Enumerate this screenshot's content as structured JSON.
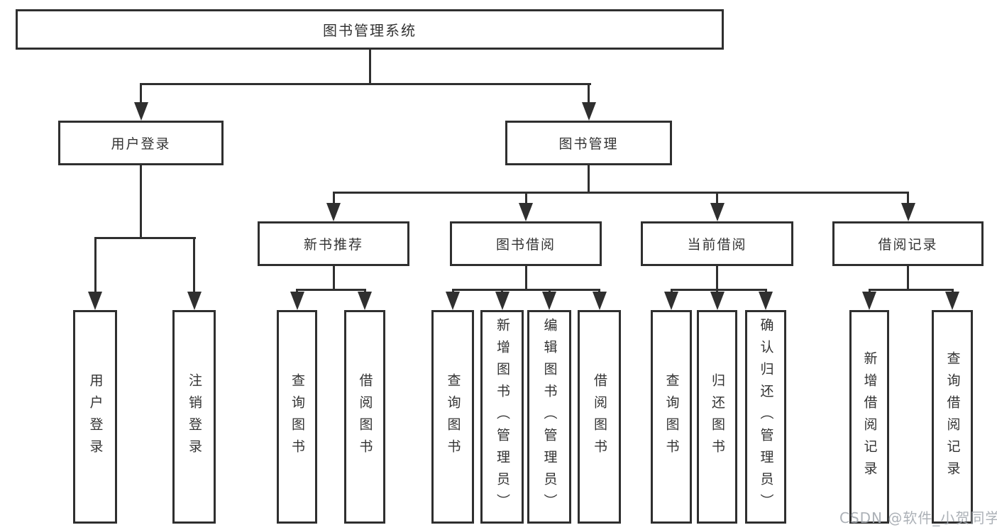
{
  "diagram": {
    "title": "图书管理系统",
    "colors": {
      "line": "#2f2f2f",
      "text": "#333333",
      "background": "#ffffff",
      "watermark": "#a3a8af"
    },
    "nodes": {
      "root": {
        "label": "图书管理系统"
      },
      "user_login": {
        "label": "用户登录"
      },
      "book_management": {
        "label": "图书管理"
      },
      "new_book_recommend": {
        "label": "新书推荐"
      },
      "book_borrowing": {
        "label": "图书借阅"
      },
      "current_borrowing": {
        "label": "当前借阅"
      },
      "borrow_records": {
        "label": "借阅记录"
      },
      "leaf_user_login": {
        "label": "用户登录"
      },
      "leaf_logout": {
        "label": "注销登录"
      },
      "leaf_query_book_1": {
        "label": "查询图书"
      },
      "leaf_borrow_book_1": {
        "label": "借阅图书"
      },
      "leaf_query_book_2": {
        "label": "查询图书"
      },
      "leaf_add_book_admin": {
        "label": "新增图书（管理员）"
      },
      "leaf_edit_book_admin": {
        "label": "编辑图书（管理员）"
      },
      "leaf_borrow_book_2": {
        "label": "借阅图书"
      },
      "leaf_query_book_3": {
        "label": "查询图书"
      },
      "leaf_return_book": {
        "label": "归还图书"
      },
      "leaf_confirm_return_admin": {
        "label": "确认归还（管理员）"
      },
      "leaf_add_borrow_record": {
        "label": "新增借阅记录"
      },
      "leaf_query_borrow_record": {
        "label": "查询借阅记录"
      }
    }
  },
  "watermark": {
    "text": "CSDN @软件_小贺同学"
  }
}
